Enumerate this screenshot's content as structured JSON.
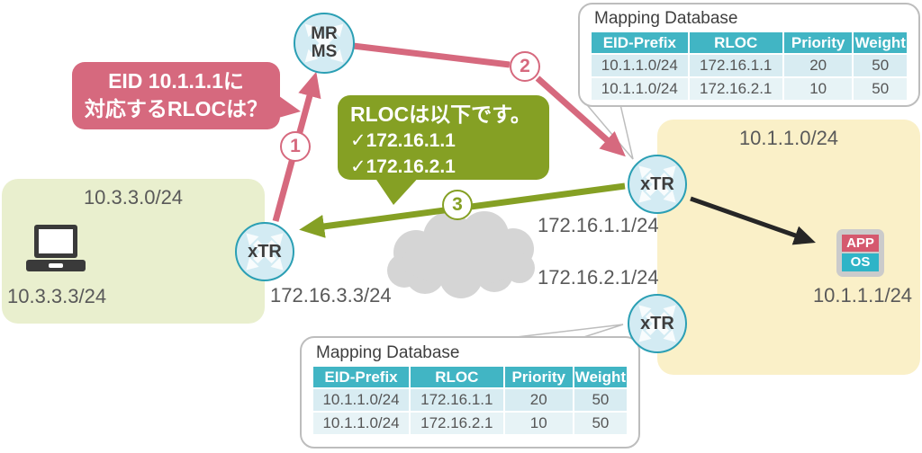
{
  "regions": {
    "left_site": {
      "cidr": "10.3.3.0/24",
      "host_ip": "10.3.3.3/24"
    },
    "right_site": {
      "cidr": "10.1.1.0/24",
      "host_ip": "10.1.1.1/24"
    }
  },
  "nodes": {
    "mrms": {
      "line1": "MR",
      "line2": "MS"
    },
    "xtr_left": {
      "label": "xTR",
      "rloc": "172.16.3.3/24"
    },
    "xtr_right_top": {
      "label": "xTR",
      "rloc": "172.16.1.1/24"
    },
    "xtr_right_bottom": {
      "label": "xTR",
      "rloc": "172.16.2.1/24"
    }
  },
  "host_stack": {
    "app": "APP",
    "os": "OS"
  },
  "speech": {
    "query": {
      "line1": "EID 10.1.1.1に",
      "line2": "対応するRLOCは？"
    },
    "reply": {
      "line1": "RLOCは以下です。",
      "item1": "✓172.16.1.1",
      "item2": "✓172.16.2.1"
    }
  },
  "steps": {
    "one": "1",
    "two": "2",
    "three": "3"
  },
  "mapping_table": {
    "title": "Mapping Database",
    "headers": [
      "EID-Prefix",
      "RLOC",
      "Priority",
      "Weight"
    ],
    "rows": [
      [
        "10.1.1.0/24",
        "172.16.1.1",
        "20",
        "50"
      ],
      [
        "10.1.1.0/24",
        "172.16.2.1",
        "10",
        "50"
      ]
    ]
  },
  "colors": {
    "pink": "#d6697e",
    "olive_green": "#85a024",
    "table_teal": "#41b5c4",
    "node_border": "#2b9fb4",
    "node_fill": "#d3ebf3",
    "site_green": "#e9efce",
    "site_yellow": "#faf0c8",
    "cloud_gray": "#d5d5d5",
    "label_gray": "#595959",
    "app_pink": "#d5596e",
    "os_teal": "#2fb4c7",
    "black_arrow": "#262626"
  }
}
